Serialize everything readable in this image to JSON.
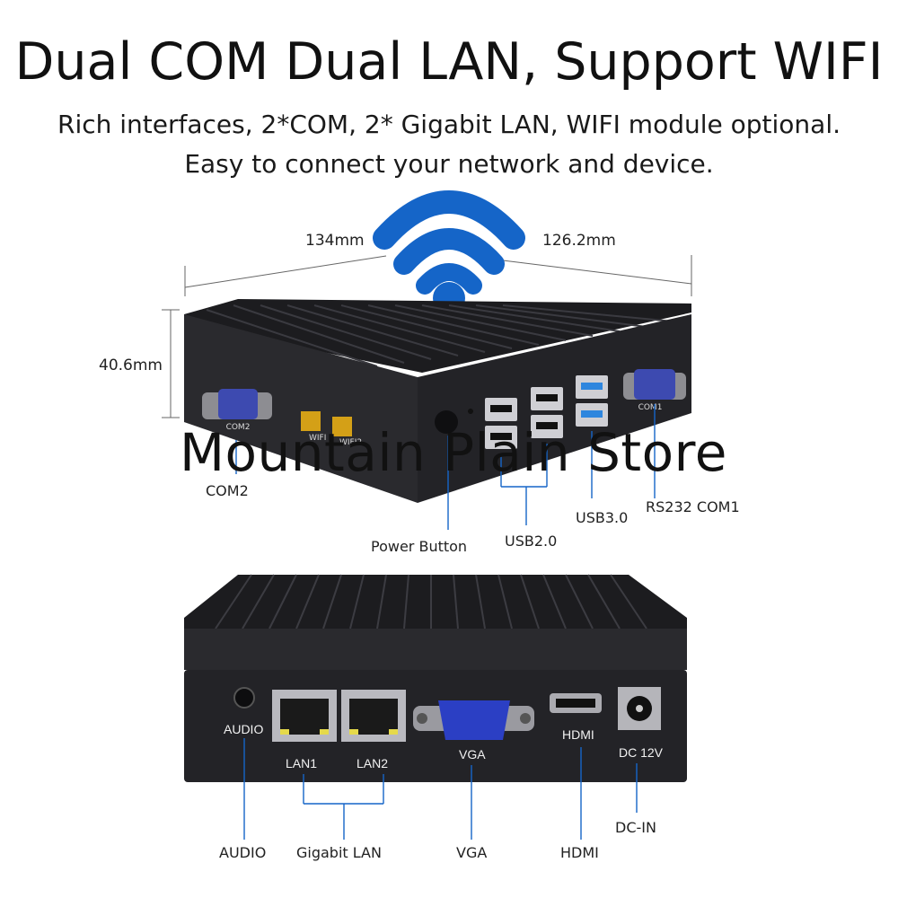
{
  "header": {
    "title": "Dual COM Dual LAN, Support WIFI",
    "subtitle_line1": "Rich interfaces, 2*COM, 2* Gigabit LAN, WIFI module optional.",
    "subtitle_line2": "Easy to connect your network and device."
  },
  "dimensions": {
    "width": "134mm",
    "depth": "126.2mm",
    "height": "40.6mm"
  },
  "front_ports": {
    "com2": "COM2",
    "power_button": "Power Button",
    "usb2": "USB2.0",
    "usb3": "USB3.0",
    "com1": "RS232 COM1"
  },
  "front_panel_print": {
    "com2": "COM2",
    "wifi": "WIFI",
    "wifi2": "WIFI2",
    "com1": "COM1"
  },
  "back_panel_print": {
    "audio": "AUDIO",
    "lan1": "LAN1",
    "lan2": "LAN2",
    "vga": "VGA",
    "hdmi": "HDMI",
    "dc": "DC 12V"
  },
  "back_ports": {
    "audio": "AUDIO",
    "gigabit_lan": "Gigabit LAN",
    "vga": "VGA",
    "hdmi": "HDMI",
    "dc_in": "DC-IN"
  },
  "watermark": "Mountain Plain Store",
  "colors": {
    "wifi_blue": "#1565c8",
    "usb3_blue": "#2e86de",
    "vga_blue": "#2b3fc4",
    "case": "#222226"
  }
}
